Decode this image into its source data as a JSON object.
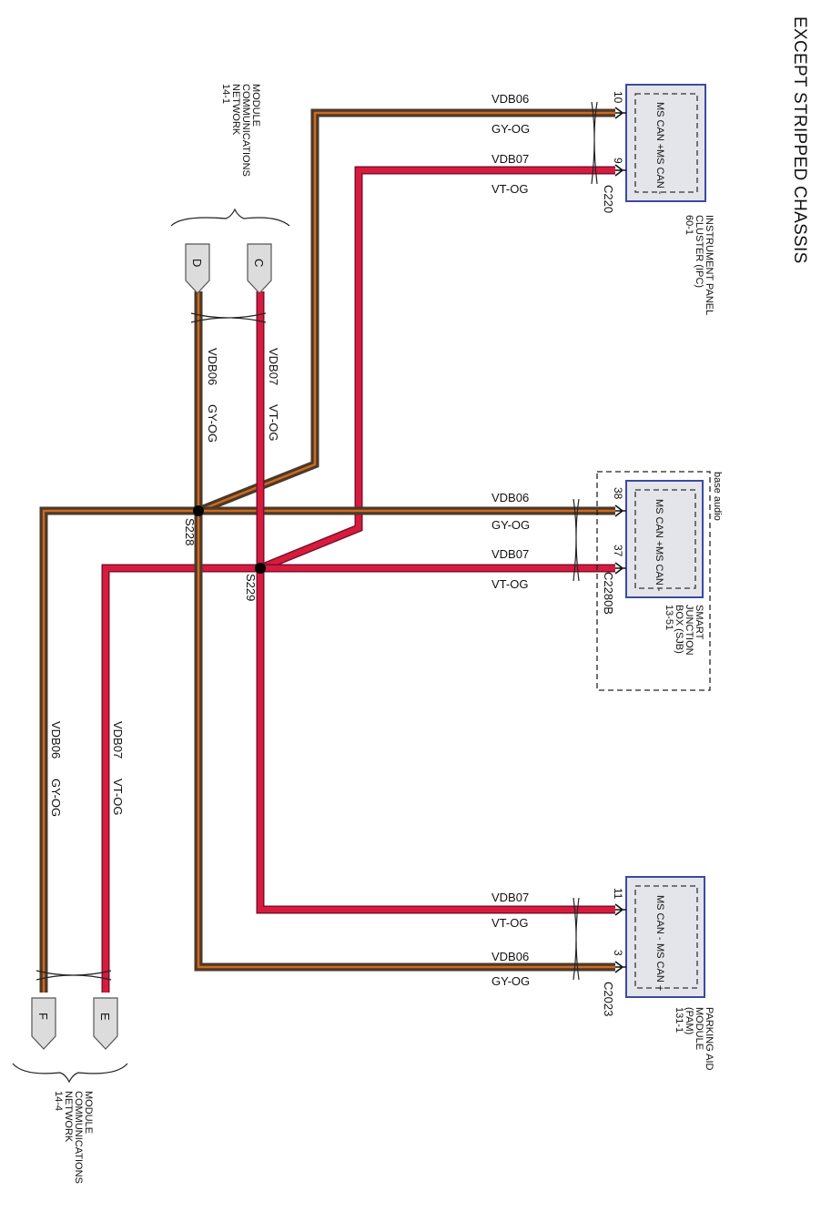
{
  "title": "EXCEPT STRIPPED CHASSIS",
  "colors": {
    "gy_og_core": "#4a3a2a",
    "gy_og_stripe": "#d2691e",
    "vt_og_core": "#d81b3c",
    "vt_og_edge": "#7a1030",
    "module_border": "#3b4aa0",
    "module_fill": "#e4e5ea"
  },
  "modules": {
    "ipc": {
      "name_lines": [
        "INSTRUMENT PANEL",
        "CLUSTER (IPC)",
        "60-1"
      ],
      "connector": "C220",
      "pins": [
        {
          "num": "10",
          "label": "MS CAN +",
          "circuit": "VDB06",
          "color": "GY-OG"
        },
        {
          "num": "9",
          "label": "MS CAN -",
          "circuit": "VDB07",
          "color": "VT-OG"
        }
      ]
    },
    "sjb": {
      "name_lines": [
        "SMART",
        "JUNCTION",
        "BOX (SJB)",
        "13-51"
      ],
      "option_label": "base audio",
      "connector": "C2280B",
      "pins": [
        {
          "num": "38",
          "label": "MS CAN +",
          "circuit": "VDB06",
          "color": "GY-OG"
        },
        {
          "num": "37",
          "label": "MS CAN -",
          "circuit": "VDB07",
          "color": "VT-OG"
        }
      ]
    },
    "pam": {
      "name_lines": [
        "PARKING AID",
        "MODULE",
        "(PAM)",
        "131-1"
      ],
      "connector": "C2023",
      "pins": [
        {
          "num": "11",
          "label": "MS CAN -",
          "circuit": "VDB07",
          "color": "VT-OG"
        },
        {
          "num": "3",
          "label": "MS CAN +",
          "circuit": "VDB06",
          "color": "GY-OG"
        }
      ]
    }
  },
  "splices": [
    {
      "id": "S228"
    },
    {
      "id": "S229"
    }
  ],
  "offpage": {
    "top": {
      "ref_lines": [
        "MODULE",
        "COMMUNICATIONS",
        "NETWORK",
        "14-1"
      ],
      "connectors": [
        "C",
        "D"
      ]
    },
    "bottom": {
      "ref_lines": [
        "MODULE",
        "COMMUNICATIONS",
        "NETWORK",
        "14-4"
      ],
      "connectors": [
        "E",
        "F"
      ]
    }
  },
  "wire_labels": {
    "top_run": {
      "vdb06": "VDB06",
      "gy_og": "GY-OG",
      "vdb07": "VDB07",
      "vt_og": "VT-OG"
    },
    "bottom_run": {
      "vdb06": "VDB06",
      "gy_og": "GY-OG",
      "vdb07": "VDB07",
      "vt_og": "VT-OG"
    }
  }
}
